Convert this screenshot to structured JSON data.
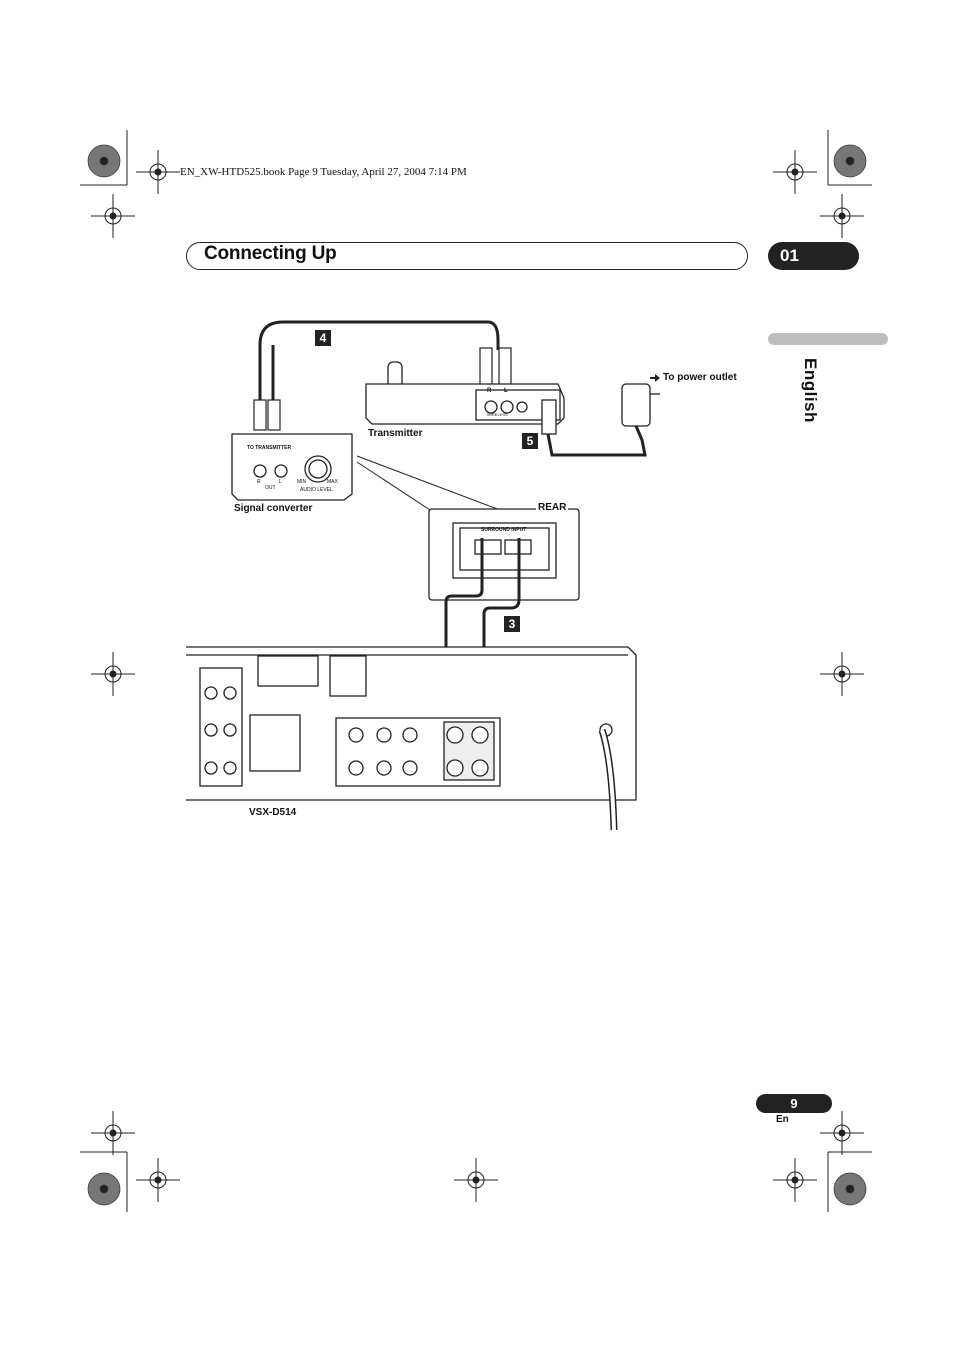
{
  "print_header": "EN_XW-HTD525.book  Page 9  Tuesday, April 27, 2004  7:14 PM",
  "section_title": "Connecting Up",
  "chapter_number": "01",
  "language_tab": "English",
  "labels": {
    "to_power_outlet": "To power outlet",
    "transmitter": "Transmitter",
    "signal_converter": "Signal converter",
    "rear": "REAR",
    "model": "VSX-D514",
    "to_transmitter": "TO TRANSMITTER",
    "out_r": "R",
    "out_l": "L",
    "out": "OUT",
    "min": "MIN",
    "max": "MAX",
    "audio_level": "AUDIO LEVEL",
    "wireless": "WIRELESS",
    "tx_r": "R",
    "tx_l": "L",
    "surround_input": "SURROUND INPUT"
  },
  "steps": {
    "step_4": "4",
    "step_5": "5",
    "step_3": "3"
  },
  "footer": {
    "page_number": "9",
    "page_lang": "En"
  }
}
